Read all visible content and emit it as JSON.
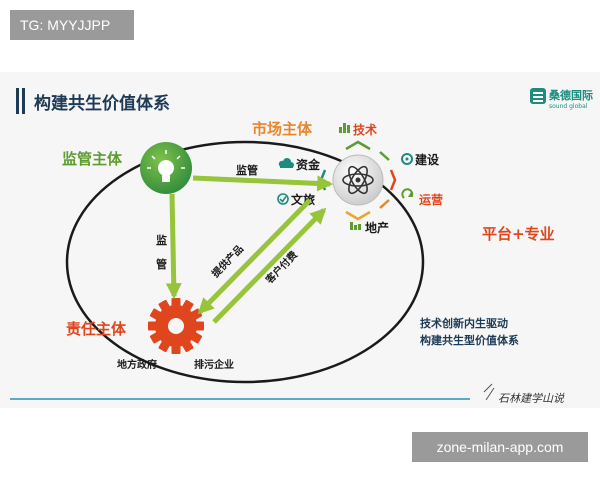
{
  "overlay": {
    "top_tag": "TG: MYYJJPP",
    "bottom_watermark": "zone-milan-app.com"
  },
  "slide": {
    "title": "构建共生价值体系",
    "logo": {
      "name": "桑德国际",
      "sub": "sound global"
    },
    "signature": "石林建学山说"
  },
  "diagram": {
    "nodes": {
      "regulator": "监管主体",
      "market": "市场主体",
      "responsible": "责任主体"
    },
    "edges": {
      "regulate_top": "监管",
      "regulate_left": "监管",
      "provide_products": "提供产品",
      "customer_pays": "客户付费"
    },
    "market_items": {
      "capital": "资金",
      "tech": "技术",
      "build": "建设",
      "operate": "运营",
      "realestate": "地产",
      "culture": "文旅"
    },
    "responsible_items": {
      "gov": "地方政府",
      "polluter": "排污企业"
    },
    "platform": "平台+专业",
    "notes": [
      "技术创新内生驱动",
      "构建共生型价值体系"
    ]
  },
  "colors": {
    "orange": "#e9862b",
    "green": "#5e9c2f",
    "arrow": "#96c43a",
    "red": "#e0461e",
    "teal": "#1d8c7f",
    "navy": "#1d3a57"
  }
}
